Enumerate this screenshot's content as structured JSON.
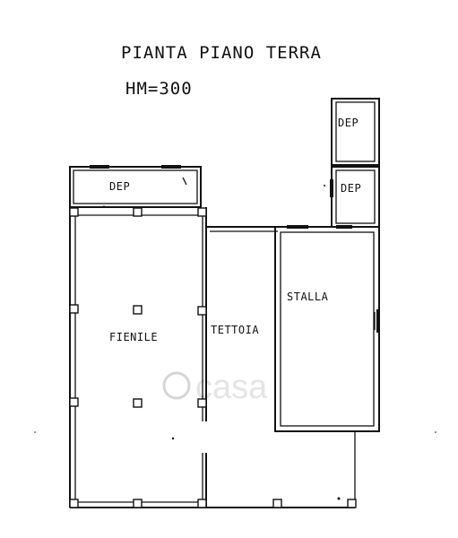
{
  "title": {
    "line1": "PIANTA PIANO  TERRA",
    "line2": "HM=300"
  },
  "rooms": {
    "dep_left": "DEP",
    "dep_top_right": "DEP",
    "dep_mid_right": "DEP",
    "fienile": "FIENILE",
    "tettoia": "TETTOIA",
    "stalla": "STALLA"
  },
  "watermark": "casa"
}
